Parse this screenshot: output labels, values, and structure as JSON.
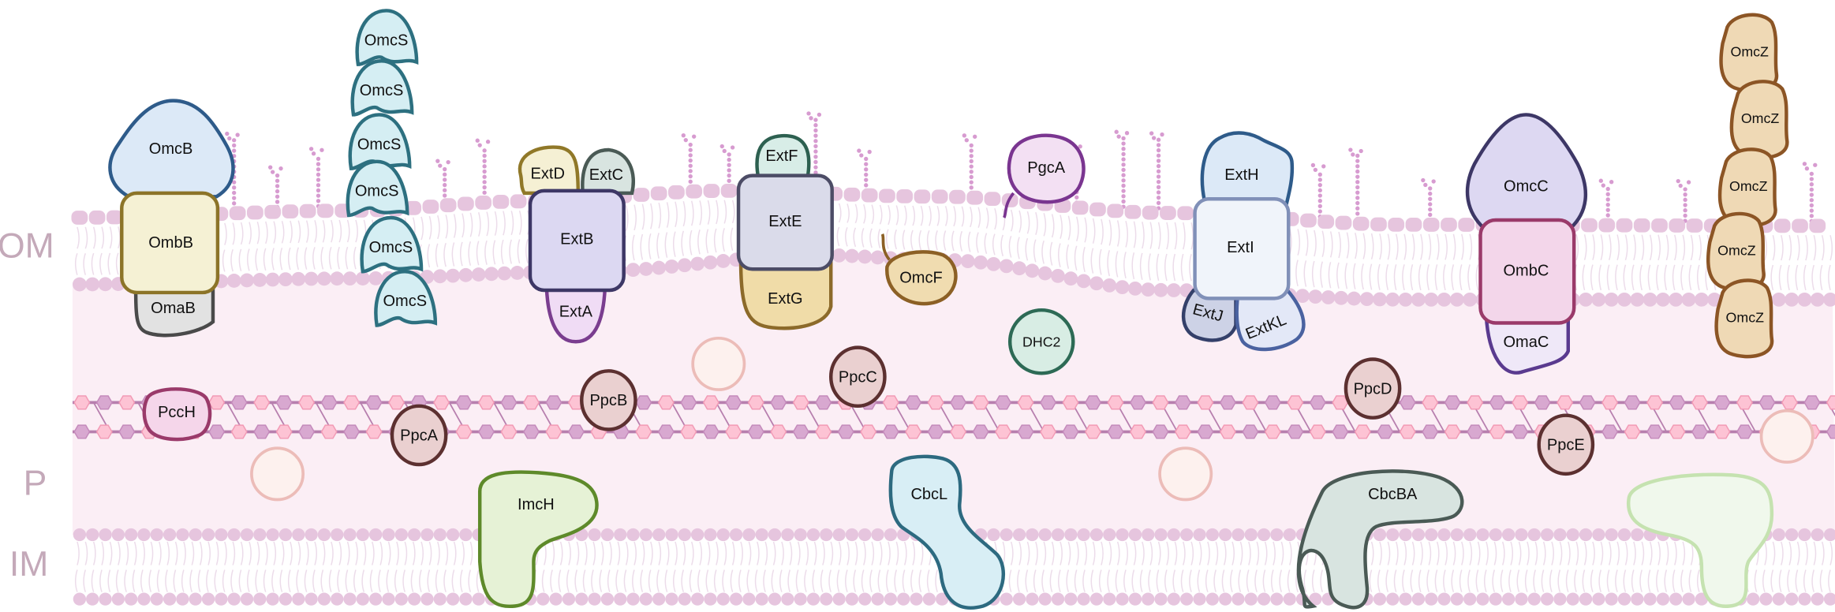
{
  "regions": {
    "outer_membrane": "OM",
    "periplasm": "P",
    "inner_membrane": "IM"
  },
  "proteins": {
    "OmcB": "OmcB",
    "OmbB": "OmbB",
    "OmaB": "OmaB",
    "OmcS": "OmcS",
    "ExtD": "ExtD",
    "ExtC": "ExtC",
    "ExtB": "ExtB",
    "ExtA": "ExtA",
    "ExtF": "ExtF",
    "ExtE": "ExtE",
    "ExtG": "ExtG",
    "PgcA": "PgcA",
    "OmcF": "OmcF",
    "DHC2": "DHC2",
    "ExtH": "ExtH",
    "ExtI": "ExtI",
    "ExtJ": "ExtJ",
    "ExtKL": "ExtKL",
    "OmcC": "OmcC",
    "OmbC": "OmbC",
    "OmaC": "OmaC",
    "OmcZ": "OmcZ",
    "PccH": "PccH",
    "PpcA": "PpcA",
    "PpcB": "PpcB",
    "PpcC": "PpcC",
    "PpcD": "PpcD",
    "PpcE": "PpcE",
    "ImcH": "ImcH",
    "CbcL": "CbcL",
    "CbcBA": "CbcBA"
  },
  "colors": {
    "region_label": "#c4a9b9",
    "periplasm": "#fbeef5",
    "lipid_head": "#e6c5de",
    "peptidoglycan_pink": "#fdc3d4",
    "peptidoglycan_purple": "#d8a8d0"
  }
}
